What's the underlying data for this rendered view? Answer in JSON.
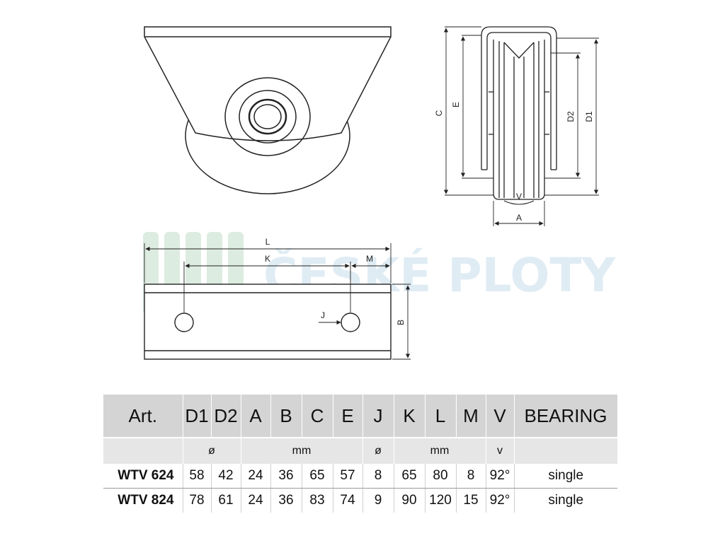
{
  "watermark": {
    "text": "ČESKÉ PLOTY",
    "logo_color": "#cfe5d5",
    "text_color": "#c7ddec"
  },
  "drawing_labels": {
    "side_view": {
      "C": "C",
      "E": "E",
      "D2": "D2",
      "D1": "D1",
      "V": "V",
      "A": "A"
    },
    "bottom_view": {
      "L": "L",
      "K": "K",
      "M": "M",
      "J": "J",
      "B": "B"
    }
  },
  "table": {
    "columns": [
      "Art.",
      "D1",
      "D2",
      "A",
      "B",
      "C",
      "E",
      "J",
      "K",
      "L",
      "M",
      "V",
      "BEARING"
    ],
    "units": [
      {
        "label": "",
        "span": 1
      },
      {
        "label": "ø",
        "span": 2
      },
      {
        "label": "mm",
        "span": 4
      },
      {
        "label": "ø",
        "span": 1
      },
      {
        "label": "mm",
        "span": 3
      },
      {
        "label": "v",
        "span": 1
      },
      {
        "label": "",
        "span": 1
      }
    ],
    "rows": [
      [
        "WTV 624",
        "58",
        "42",
        "24",
        "36",
        "65",
        "57",
        "8",
        "65",
        "80",
        "8",
        "92°",
        "single"
      ],
      [
        "WTV 824",
        "78",
        "61",
        "24",
        "36",
        "83",
        "74",
        "9",
        "90",
        "120",
        "15",
        "92°",
        "single"
      ]
    ]
  }
}
